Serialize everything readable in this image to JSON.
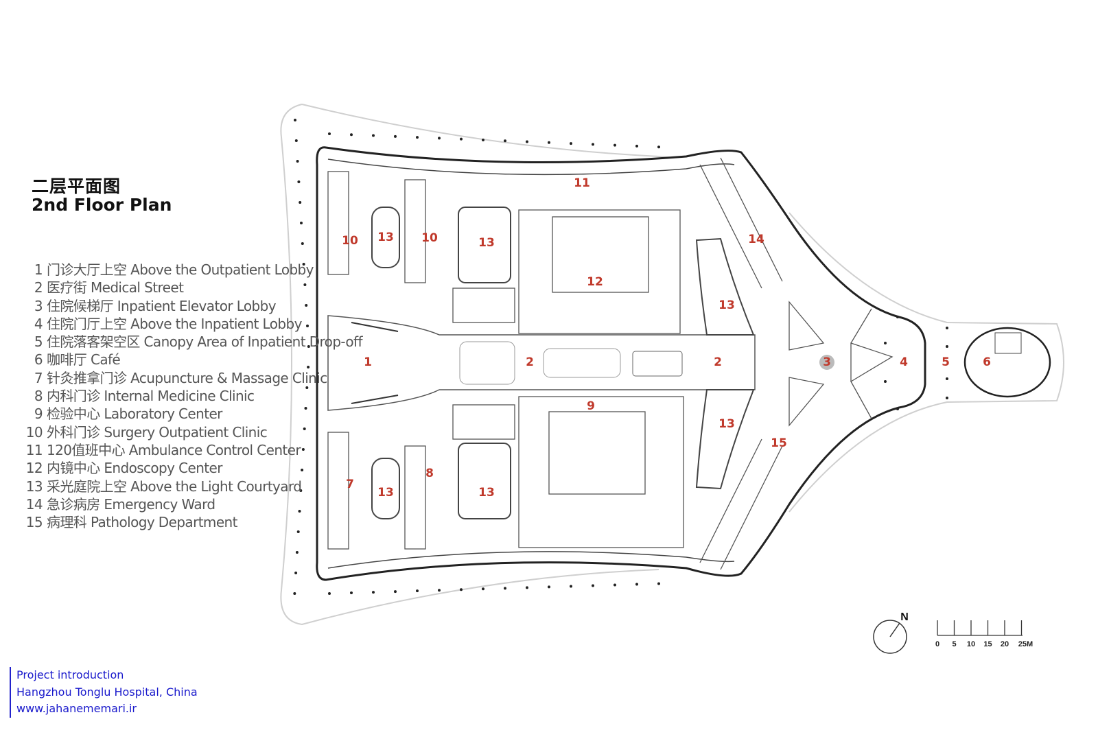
{
  "title": {
    "chinese": "二层平面图",
    "english": "2nd Floor Plan"
  },
  "legend": [
    {
      "num": "1",
      "text": "门诊大厅上空 Above the Outpatient Lobby"
    },
    {
      "num": "2",
      "text": "医疗街 Medical Street"
    },
    {
      "num": "3",
      "text": "住院候梯厅 Inpatient Elevator Lobby"
    },
    {
      "num": "4",
      "text": "住院门厅上空 Above the Inpatient Lobby"
    },
    {
      "num": "5",
      "text": "住院落客架空区 Canopy Area of Inpatient Drop-off"
    },
    {
      "num": "6",
      "text": "咖啡厅 Café"
    },
    {
      "num": "7",
      "text": "针灸推拿门诊 Acupuncture & Massage Clinic"
    },
    {
      "num": "8",
      "text": "内科门诊 Internal Medicine Clinic"
    },
    {
      "num": "9",
      "text": "检验中心 Laboratory Center"
    },
    {
      "num": "10",
      "text": "外科门诊 Surgery Outpatient Clinic"
    },
    {
      "num": "11",
      "text": "120值班中心 Ambulance Control Center"
    },
    {
      "num": "12",
      "text": "内镜中心 Endoscopy Center"
    },
    {
      "num": "13",
      "text": "采光庭院上空 Above the Light Courtyard"
    },
    {
      "num": "14",
      "text": "急诊病房 Emergency Ward"
    },
    {
      "num": "15",
      "text": "病理科 Pathology Department"
    }
  ],
  "plan_labels": [
    "1",
    "2",
    "2",
    "3",
    "4",
    "5",
    "6",
    "7",
    "8",
    "9",
    "10",
    "10",
    "11",
    "12",
    "13",
    "13",
    "13",
    "13",
    "13",
    "13",
    "14",
    "15"
  ],
  "north_label": "N",
  "scale_bar": {
    "ticks": [
      "0",
      "5",
      "10",
      "15",
      "20",
      "25M"
    ]
  },
  "footer": {
    "line1": "Project introduction",
    "line2": "Hangzhou Tonglu Hospital, China",
    "line3": "www.jahanememari.ir"
  },
  "colors": {
    "label": "#c0392b",
    "footer": "#1a1acc"
  }
}
